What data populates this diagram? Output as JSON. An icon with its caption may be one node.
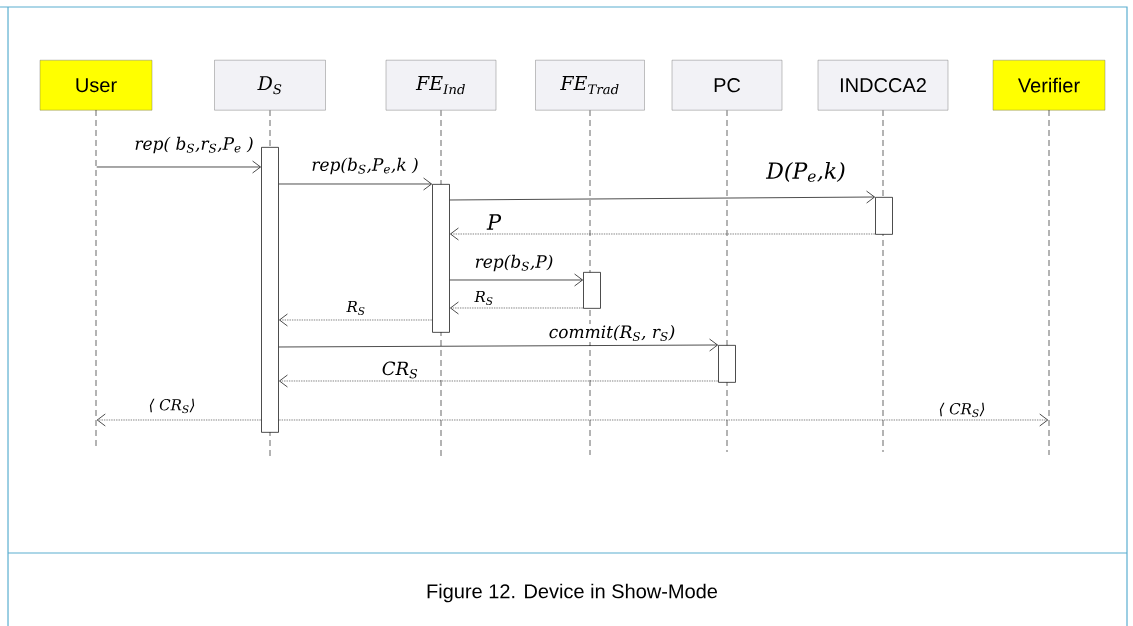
{
  "diagram": {
    "caption": "Figure 12. Device in Show-Mode",
    "nodes": [
      {
        "text": [
          "User"
        ]
      },
      {
        "text": [
          "D$_{S}$"
        ]
      },
      {
        "text": [
          "FE$_{Ind}$"
        ]
      },
      {
        "text": [
          "FE$_{Trad}$"
        ]
      },
      {
        "text": [
          "PC"
        ]
      },
      {
        "text": [
          "INDCCA2"
        ]
      },
      {
        "text": [
          "Verifier"
        ]
      },
      {
        "text": [],
        "shape": "line"
      },
      {
        "text": [],
        "shape": "bar"
      },
      {
        "text": [],
        "shape": "bar"
      },
      {
        "text": [],
        "shape": "bar"
      },
      {
        "text": [],
        "shape": "bar"
      },
      {
        "text": [],
        "shape": "bar"
      },
      {
        "text": [],
        "shape": "line"
      }
    ],
    "edges": [
      {
        "from": 7,
        "to": 8,
        "arrow": "to",
        "label": "rep( b$_{S}$,r$_{S}$,P$_{e}$ )"
      },
      {
        "from": 8,
        "to": 9,
        "arrow": "to",
        "label": "rep(b$_{S}$,P$_{e}$,k )"
      },
      {
        "from": 9,
        "to": 10,
        "arrow": "to",
        "label": "D(P$_{e}$,k)"
      },
      {
        "from": 10,
        "to": 9,
        "arrow": "to",
        "label": "P",
        "style": "dashed"
      },
      {
        "from": 9,
        "to": 11,
        "arrow": "to",
        "label": "rep(b$_{S}$,P)"
      },
      {
        "from": 11,
        "to": 9,
        "arrow": "to",
        "label": "R$_{S}$",
        "style": "dashed"
      },
      {
        "from": 9,
        "to": 8,
        "arrow": "to",
        "label": "R$_{S}$",
        "style": "dashed"
      },
      {
        "from": 8,
        "to": 12,
        "arrow": "to",
        "label": "commit(R$_{S}$, r$_{S}$)"
      },
      {
        "from": 12,
        "to": 8,
        "arrow": "to",
        "label": "CR$_{S}$",
        "style": "dashed"
      },
      {
        "from": 8,
        "to": 7,
        "arrow": "to",
        "label": "⟨ CR$_{S}$⟩",
        "style": "dashed"
      },
      {
        "from": 8,
        "to": 13,
        "arrow": "to",
        "label": "⟨ CR$_{S}$⟩",
        "style": "dashed"
      }
    ]
  }
}
